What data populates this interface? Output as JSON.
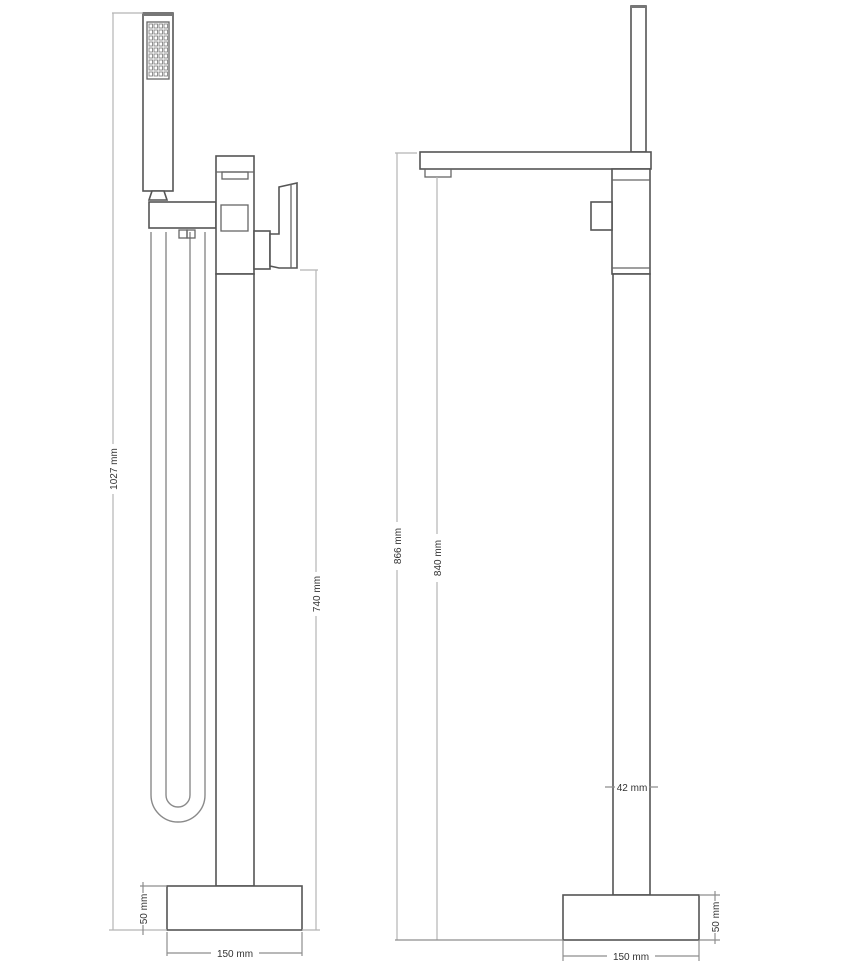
{
  "drawing": {
    "subject": "Freestanding bath mixer faucet - technical dimension drawing",
    "views": [
      {
        "id": "front-view",
        "components": [
          "hand-shower",
          "shower-holder",
          "hose",
          "faucet-body",
          "lever-handle",
          "column",
          "floor-base"
        ],
        "dimensions": {
          "total_height": "1027 mm",
          "handle_height": "740 mm",
          "base_height": "50 mm",
          "base_width": "150 mm"
        }
      },
      {
        "id": "side-view",
        "components": [
          "spout",
          "hand-shower",
          "faucet-body",
          "lever-handle",
          "column",
          "floor-base"
        ],
        "dimensions": {
          "spout_height": "866 mm",
          "outlet_height": "840 mm",
          "column_diameter": "42 mm",
          "base_height": "50 mm",
          "base_width": "150 mm"
        }
      }
    ]
  },
  "colors": {
    "line": "#555555",
    "dimension_line": "#b5b5b5",
    "text": "#333333",
    "background": "#ffffff"
  }
}
